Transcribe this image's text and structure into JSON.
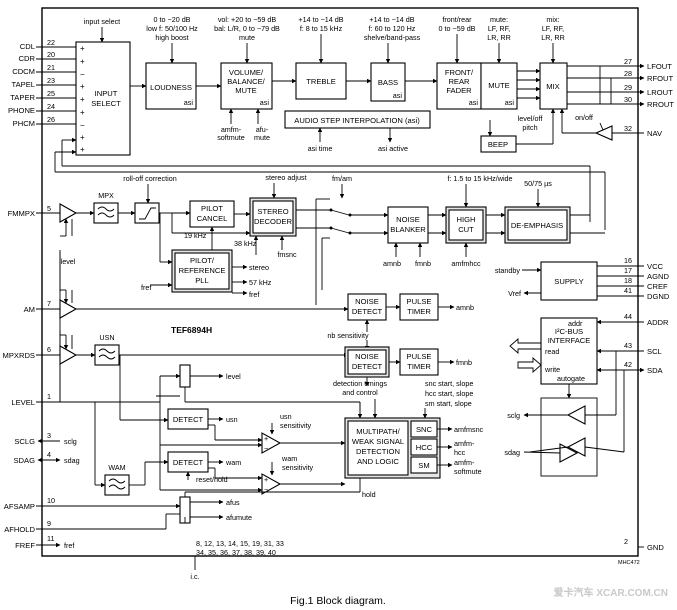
{
  "figure": {
    "caption": "Fig.1  Block diagram.",
    "chip_name": "TEF6894H",
    "doc_code": "MHC472",
    "watermark": "爱卡汽车 XCAR.COM.CN"
  },
  "left_pins": [
    {
      "name": "CDL",
      "num": "22"
    },
    {
      "name": "CDR",
      "num": "20"
    },
    {
      "name": "CDCM",
      "num": "21"
    },
    {
      "name": "TAPEL",
      "num": "23"
    },
    {
      "name": "TAPER",
      "num": "25"
    },
    {
      "name": "PHONE",
      "num": "24"
    },
    {
      "name": "PHCM",
      "num": "26"
    },
    {
      "name": "FMMPX",
      "num": "5"
    },
    {
      "name": "AM",
      "num": "7"
    },
    {
      "name": "MPXRDS",
      "num": "6"
    },
    {
      "name": "LEVEL",
      "num": "1"
    },
    {
      "name": "SCLG",
      "num": "3"
    },
    {
      "name": "SDAG",
      "num": "4"
    },
    {
      "name": "AFSAMP",
      "num": "10"
    },
    {
      "name": "AFHOLD",
      "num": "9"
    },
    {
      "name": "FREF",
      "num": "11"
    }
  ],
  "right_pins": [
    {
      "name": "LFOUT",
      "num": "27"
    },
    {
      "name": "RFOUT",
      "num": "28"
    },
    {
      "name": "LROUT",
      "num": "29"
    },
    {
      "name": "RROUT",
      "num": "30"
    },
    {
      "name": "NAV",
      "num": "32"
    },
    {
      "name": "VCC",
      "num": "16"
    },
    {
      "name": "AGND",
      "num": "17"
    },
    {
      "name": "CREF",
      "num": "18"
    },
    {
      "name": "DGND",
      "num": "41"
    },
    {
      "name": "ADDR",
      "num": "44"
    },
    {
      "name": "SCL",
      "num": "43"
    },
    {
      "name": "SDA",
      "num": "42"
    },
    {
      "name": "GND",
      "num": "2"
    }
  ],
  "blocks": {
    "input_select": [
      "INPUT",
      "SELECT"
    ],
    "loudness": "LOUDNESS",
    "volume": [
      "VOLUME/",
      "BALANCE/",
      "MUTE"
    ],
    "treble": "TREBLE",
    "bass": "BASS",
    "fader": [
      "FRONT/",
      "REAR",
      "FADER"
    ],
    "mute": "MUTE",
    "mix": "MIX",
    "asi": "asi",
    "audio_step": "AUDIO STEP INTERPOLATION (asi)",
    "beep": "BEEP",
    "mpx": "MPX",
    "pilot_cancel": [
      "PILOT",
      "CANCEL"
    ],
    "stereo_decoder": [
      "STEREO",
      "DECODER"
    ],
    "pilot_ref": [
      "PILOT/",
      "REFERENCE",
      "PLL"
    ],
    "noise_blanker": [
      "NOISE",
      "BLANKER"
    ],
    "high_cut": [
      "HIGH",
      "CUT"
    ],
    "de_emphasis": "DE-EMPHASIS",
    "noise_detect": [
      "NOISE",
      "DETECT"
    ],
    "pulse_timer": [
      "PULSE",
      "TIMER"
    ],
    "usn": "USN",
    "wam": "WAM",
    "detect": "DETECT",
    "multipath": [
      "MULTIPATH/",
      "WEAK SIGNAL",
      "DETECTION",
      "AND LOGIC"
    ],
    "snc": "SNC",
    "hcc": "HCC",
    "sm": "SM",
    "supply": "SUPPLY",
    "i2c": [
      "I²C-BUS",
      "INTERFACE"
    ]
  },
  "labels": {
    "input_select_top": "input select",
    "loudness_top": [
      "0 to −20 dB",
      "low f: 50/100 Hz",
      "high boost"
    ],
    "volume_top": [
      "vol: +20 to −59 dB",
      "bal: L/R, 0 to −79 dB",
      "mute"
    ],
    "treble_top": [
      "+14 to −14 dB",
      "f: 8 to 15 kHz"
    ],
    "bass_top": [
      "+14 to −14 dB",
      "f: 60 to 120 Hz",
      "shelve/band-pass"
    ],
    "fader_top": [
      "front/rear",
      "0 to −59 dB"
    ],
    "mute_top": [
      "mute:",
      "LF, RF,",
      "LR, RR"
    ],
    "mix_top": [
      "mix:",
      "LF, RF,",
      "LR, RR"
    ],
    "amfm_softmute": [
      "amfm-",
      "softmute"
    ],
    "afu_mute": [
      "afu-",
      "mute"
    ],
    "asi_time": "asi time",
    "asi_active": "asi active",
    "level_off_pitch": [
      "level/off",
      "pitch"
    ],
    "on_off": "on/off",
    "rolloff": "roll-off correction",
    "stereo_adjust": "stereo adjust",
    "fm_am": "fm/am",
    "highcut_range": "f: 1.5 to 15 kHz/wide",
    "deemph": "50/75 µs",
    "f19": "19 kHz",
    "f38": "38 kHz",
    "fmsnc": "fmsnc",
    "stereo": "stereo",
    "f57": "57 kHz",
    "fref": "fref",
    "fref_in": "fref",
    "level": "level",
    "amnb": "amnb",
    "fmnb": "fmnb",
    "amfmhcc": "amfmhcc",
    "amnb_out": "amnb",
    "fmnb_out": "fmnb",
    "nb_sensitivity": "nb sensitivity",
    "level_out": "level",
    "detection_timings": [
      "detection timings",
      "and control"
    ],
    "snc_start": "snc start, slope",
    "hcc_start": "hcc start, slope",
    "sm_start": "sm start, slope",
    "usn_out": "usn",
    "usn_sens": [
      "usn",
      "sensitivity"
    ],
    "wam_out": "wam",
    "wam_sens": [
      "wam",
      "sensitivity"
    ],
    "reset_hold": "reset/hold",
    "amfmsnc": "amfmsnc",
    "amfmhcc2": [
      "amfm-",
      "hcc"
    ],
    "amfmsoftmute": [
      "amfm-",
      "softmute"
    ],
    "hold": "hold",
    "afus": "afus",
    "afumute": "afumute",
    "sclg": "sclg",
    "sdag": "sdag",
    "sclg2": "sclg",
    "sdag2": "sdag",
    "standby": "standby",
    "vref": "Vref",
    "addr": "addr",
    "read": "read",
    "write": "write",
    "autogate": "autogate",
    "nc_pins": [
      "8, 12, 13, 14, 15, 19, 31, 33",
      "34, 35, 36, 37, 38, 39, 40"
    ],
    "nc": "i.c."
  },
  "colors": {
    "line": "#000000",
    "watermark": "#c9c9c9"
  }
}
